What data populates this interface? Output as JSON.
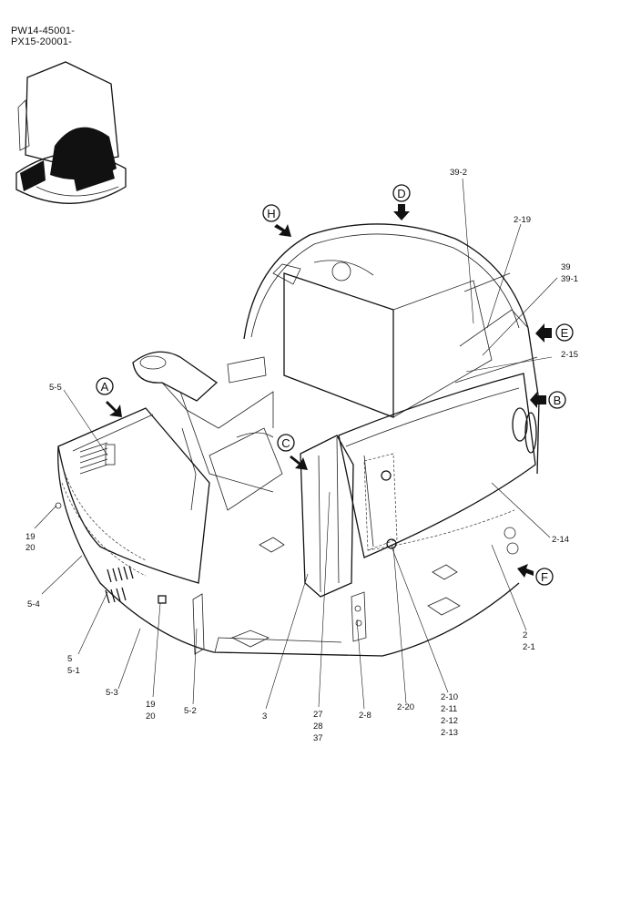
{
  "header": {
    "serial_1": "PW14-45001-",
    "serial_2": "PX15-20001-"
  },
  "view_markers": [
    "A",
    "B",
    "C",
    "D",
    "E",
    "F",
    "H"
  ],
  "part_labels": {
    "p39_2": "39-2",
    "p2_19": "2-19",
    "p39": "39",
    "p39_1": "39-1",
    "p2_15": "2-15",
    "p5_5": "5-5",
    "p19a": "19",
    "p20a": "20",
    "p5_4": "5-4",
    "p5": "5",
    "p5_1": "5-1",
    "p5_3": "5-3",
    "p19b": "19",
    "p20b": "20",
    "p5_2": "5-2",
    "p3": "3",
    "p27": "27",
    "p28": "28",
    "p37": "37",
    "p2_8": "2-8",
    "p2_20": "2-20",
    "p2_10": "2-10",
    "p2_11": "2-11",
    "p2_12": "2-12",
    "p2_13": "2-13",
    "p2_14": "2-14",
    "p2": "2",
    "p2_1": "2-1"
  }
}
